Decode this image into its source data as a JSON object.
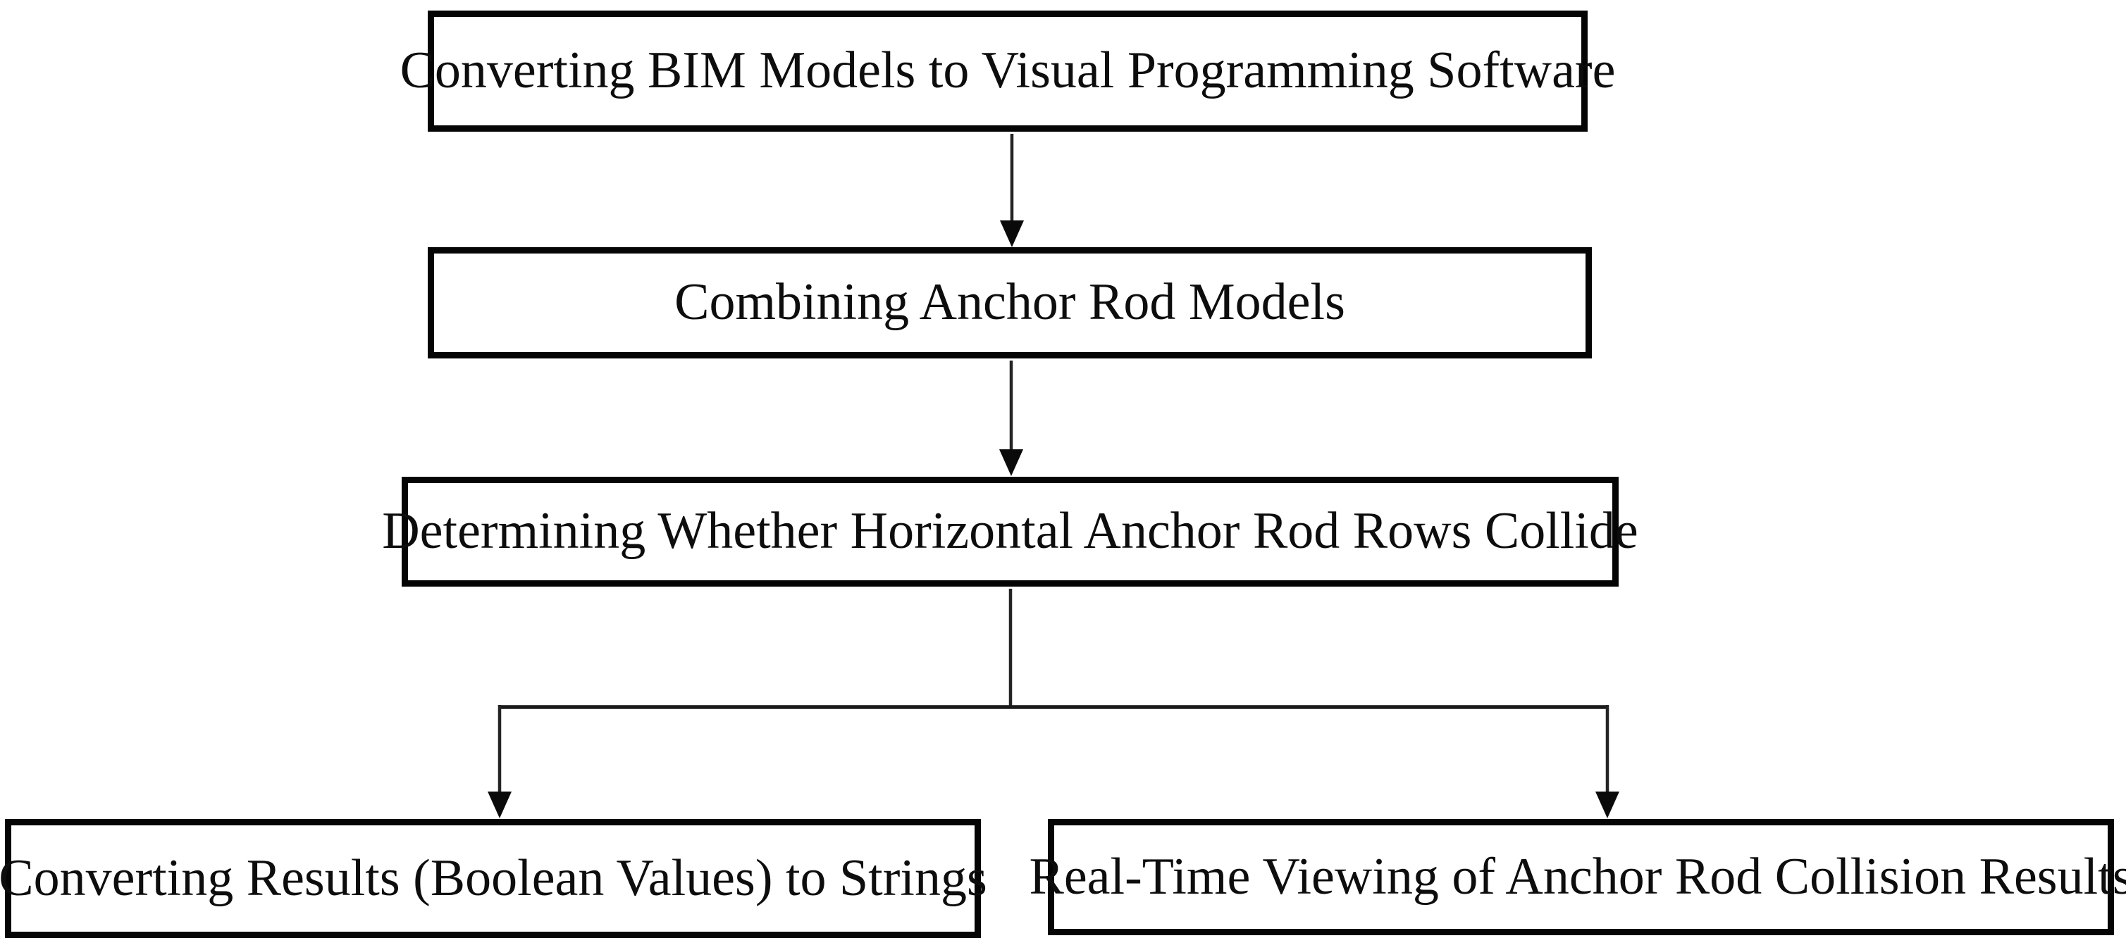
{
  "diagram": {
    "type": "flowchart",
    "background_color": "#ffffff",
    "box_border_color": "#050505",
    "line_color": "#1a1a1a",
    "text_color": "#0d0d0d",
    "nodes": [
      {
        "id": "convert-bim",
        "label": "Converting BIM Models to Visual Programming Software"
      },
      {
        "id": "combine-rods",
        "label": "Combining Anchor Rod Models"
      },
      {
        "id": "determine-collide",
        "label": "Determining Whether Horizontal Anchor Rod Rows Collide"
      },
      {
        "id": "convert-results",
        "label": "Converting Results (Boolean Values) to Strings"
      },
      {
        "id": "realtime-view",
        "label": "Real-Time Viewing of Anchor Rod Collision Results"
      }
    ],
    "edges": [
      {
        "from": "convert-bim",
        "to": "combine-rods",
        "direction": "down"
      },
      {
        "from": "combine-rods",
        "to": "determine-collide",
        "direction": "down"
      },
      {
        "from": "determine-collide",
        "to": "convert-results",
        "direction": "branch-down-left"
      },
      {
        "from": "determine-collide",
        "to": "realtime-view",
        "direction": "branch-down-right"
      }
    ]
  }
}
